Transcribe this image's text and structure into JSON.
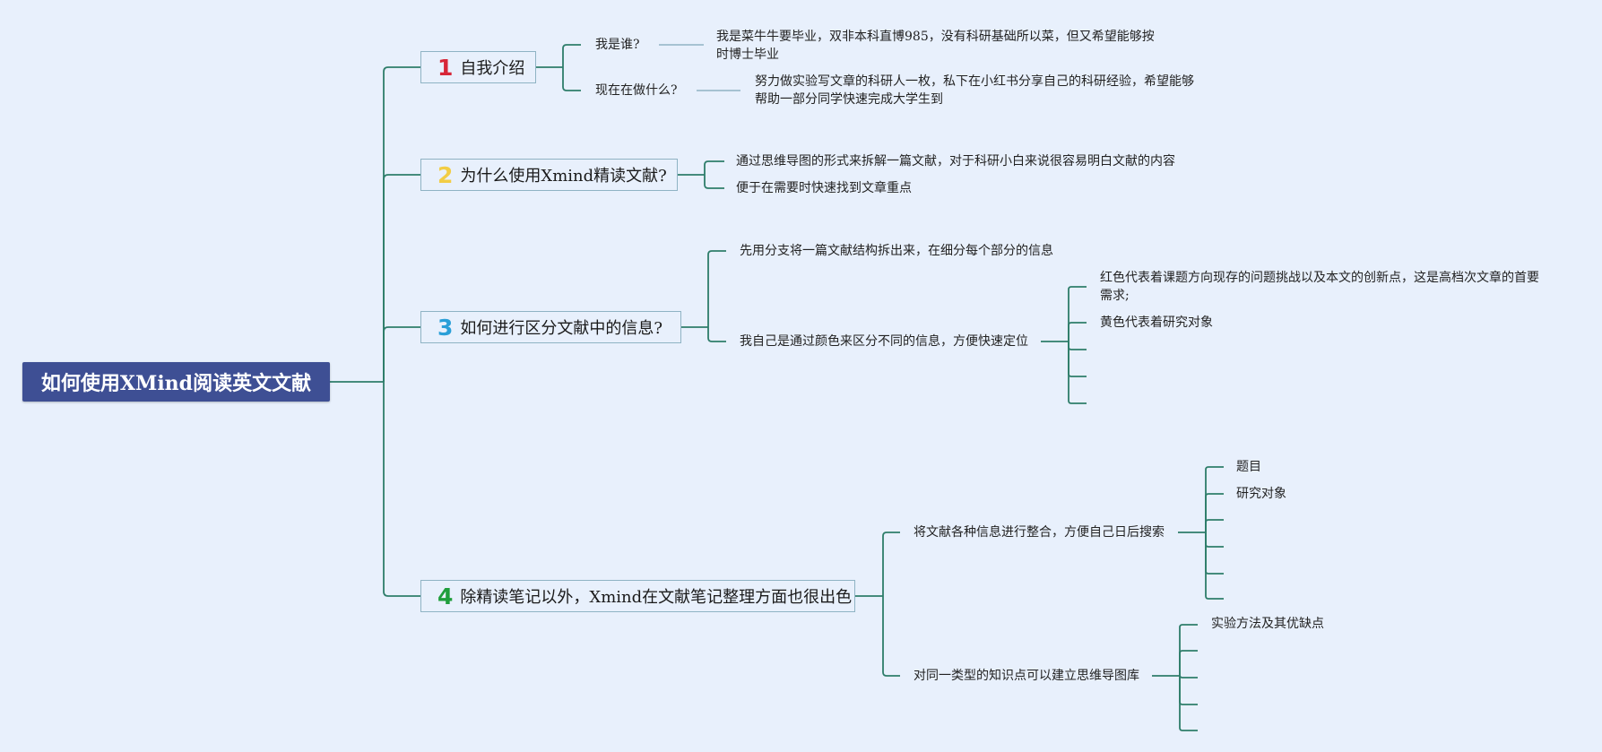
{
  "root": {
    "title": "如何使用XMind阅读英文文献"
  },
  "colors": {
    "root_bg": "#3e4f94",
    "line": "#8fb3c4",
    "num1": "#d72638",
    "num2": "#f2cd45",
    "num3": "#2a9fd8",
    "num4": "#1f9e3c"
  },
  "branches": [
    {
      "num": "1",
      "title": "自我介绍",
      "items": [
        {
          "label": "我是谁?",
          "detail": "我是菜牛牛要毕业，双非本科直博985，没有科研基础所以菜，但又希望能够按时博士毕业"
        },
        {
          "label": "现在在做什么?",
          "detail": "努力做实验写文章的科研人一枚，私下在小红书分享自己的科研经验，希望能够帮助一部分同学快速完成大学生到"
        }
      ]
    },
    {
      "num": "2",
      "title": "为什么使用Xmind精读文献?",
      "items": [
        {
          "label": "通过思维导图的形式来拆解一篇文献，对于科研小白来说很容易明白文献的内容"
        },
        {
          "label": "便于在需要时快速找到文章重点"
        }
      ]
    },
    {
      "num": "3",
      "title": "如何进行区分文献中的信息?",
      "items": [
        {
          "label": "先用分支将一篇文献结构拆出来，在细分每个部分的信息"
        },
        {
          "label": "我自己是通过颜色来区分不同的信息，方便快速定位",
          "children": [
            "红色代表着课题方向现存的问题挑战以及本文的创新点，这是高档次文章的首要需求;",
            "黄色代表着研究对象",
            "",
            "",
            ""
          ]
        }
      ]
    },
    {
      "num": "4",
      "title": "除精读笔记以外，Xmind在文献笔记整理方面也很出色",
      "items": [
        {
          "label": "将文献各种信息进行整合，方便自己日后搜索",
          "children": [
            "题目",
            "研究对象",
            "",
            "",
            "",
            ""
          ]
        },
        {
          "label": "对同一类型的知识点可以建立思维导图库",
          "children": [
            "实验方法及其优缺点",
            "",
            "",
            "",
            ""
          ]
        }
      ]
    }
  ]
}
